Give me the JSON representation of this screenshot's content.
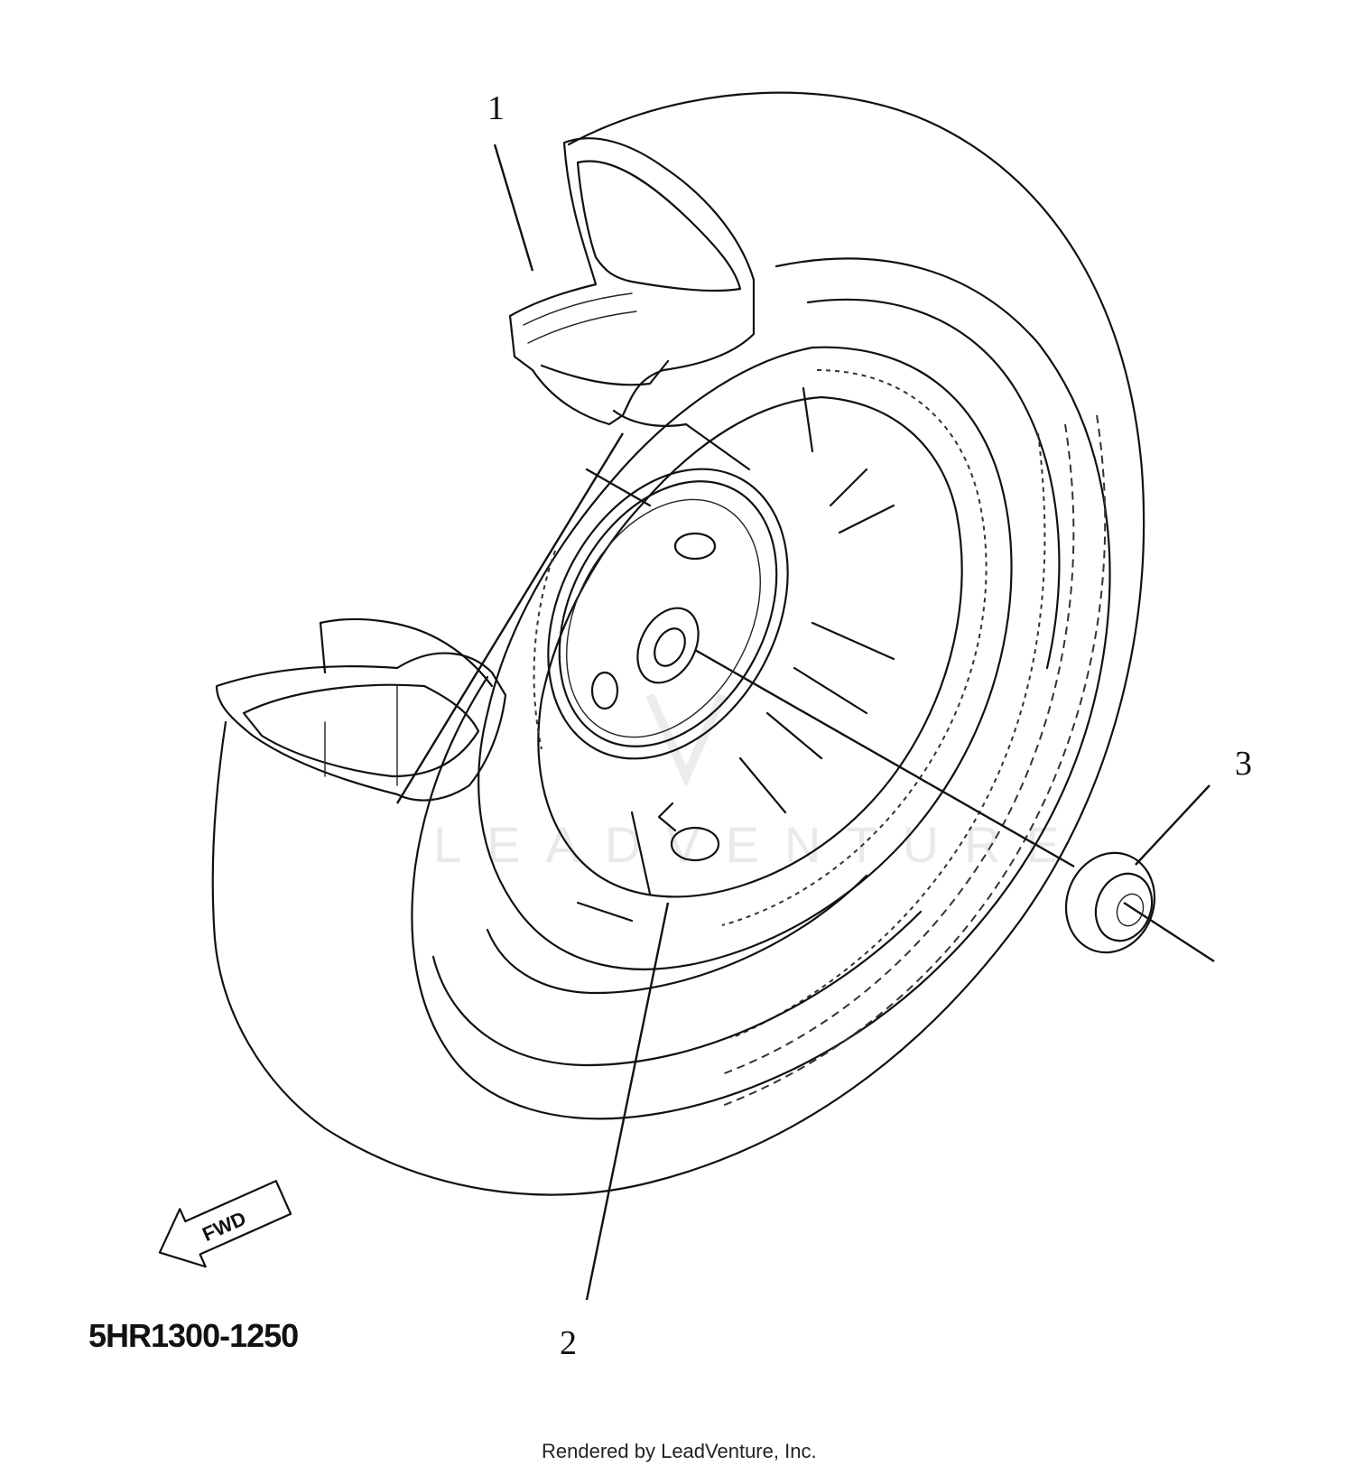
{
  "diagram": {
    "callouts": [
      {
        "id": "1",
        "label": "1"
      },
      {
        "id": "2",
        "label": "2"
      },
      {
        "id": "3",
        "label": "3"
      }
    ],
    "arrow_label": "FWD",
    "part_code": "5HR1300-1250",
    "footer": "Rendered by LeadVenture, Inc.",
    "watermark": "LEADVENTURE"
  }
}
